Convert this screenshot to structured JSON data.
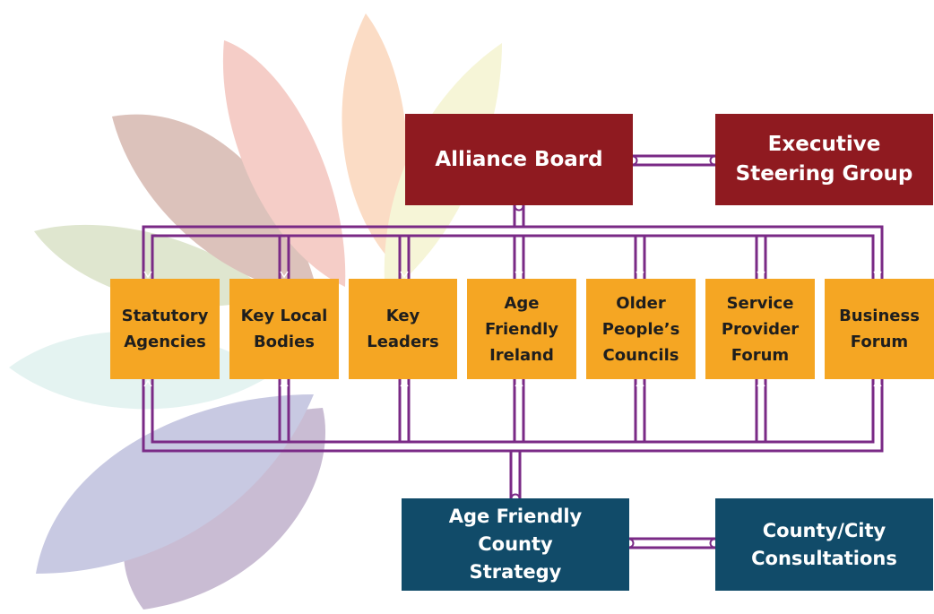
{
  "colors": {
    "board": "#8f1a20",
    "member": "#f5a623",
    "strategy": "#114b69",
    "connector": "#7a2a86"
  },
  "top": {
    "alliance_board": "Alliance Board",
    "executive_steering_group": "Executive\nSteering Group"
  },
  "members": [
    "Statutory\nAgencies",
    "Key Local\nBodies",
    "Key\nLeaders",
    "Age\nFriendly\nIreland",
    "Older\nPeople’s\nCouncils",
    "Service\nProvider\nForum",
    "Business\nForum"
  ],
  "bottom": {
    "strategy": "Age Friendly\nCounty\nStrategy",
    "consultations": "County/City\nConsultations"
  }
}
